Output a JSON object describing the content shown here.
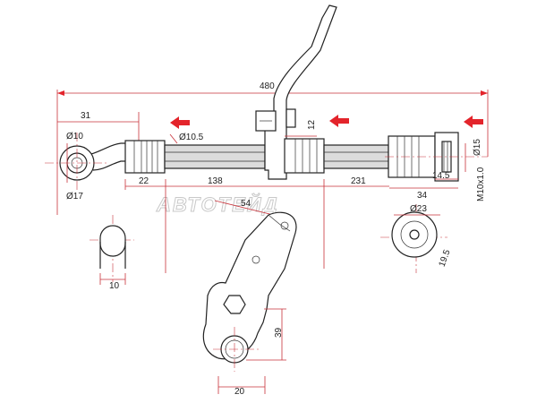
{
  "watermark": "АВТОТЕЙД",
  "colors": {
    "dimension": "#c8323a",
    "flow_arrow": "#e3242b",
    "hose": "#dcdcdc",
    "line": "#222222"
  },
  "dimensions": {
    "overall_length": "480",
    "eye_offset": "31",
    "eye_inner_dia": "Ø10",
    "eye_outer_dia": "Ø17",
    "fitting_bore": "Ø10.5",
    "end_fitting_length": "22",
    "hose_section_1": "138",
    "bracket_width": "12",
    "hose_section_2": "231",
    "end_length": "34",
    "end_thread_len": "14.5",
    "end_dia": "Ø15",
    "thread": "M10x1.0",
    "bracket_angle_len": "54",
    "eye_side_width": "10",
    "round_dia": "Ø23",
    "round_offset": "19.5",
    "bracket_height": "39",
    "bracket_base": "20"
  }
}
